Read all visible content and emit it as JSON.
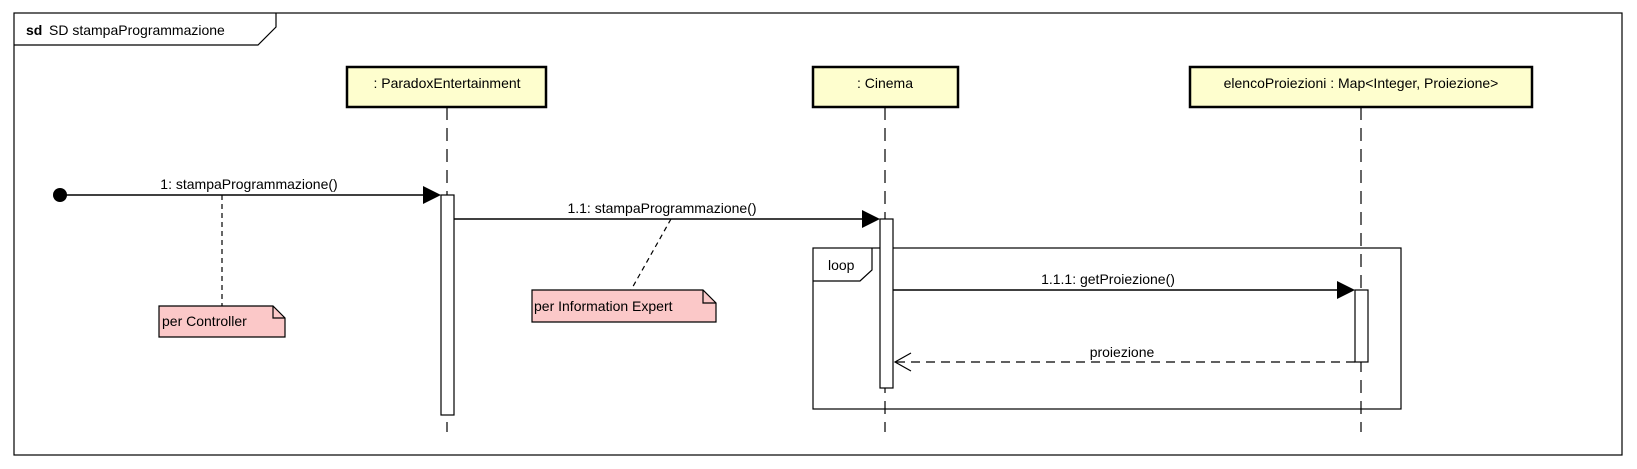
{
  "frame": {
    "keyword": "sd",
    "title": "SD stampaProgrammazione"
  },
  "lifelines": [
    {
      "label": ": ParadoxEntertainment"
    },
    {
      "label": ": Cinema"
    },
    {
      "label": "elencoProiezioni : Map<Integer, Proiezione>"
    }
  ],
  "messages": [
    {
      "label": "1: stampaProgrammazione()",
      "kind": "synchronous call"
    },
    {
      "label": "1.1: stampaProgrammazione()",
      "kind": "synchronous call"
    },
    {
      "label": "1.1.1: getProiezione()",
      "kind": "synchronous call"
    },
    {
      "label": "proiezione",
      "kind": "return"
    }
  ],
  "fragments": [
    {
      "operator": "loop"
    }
  ],
  "notes": [
    {
      "text": "per Controller"
    },
    {
      "text": "per Information Expert"
    }
  ],
  "colors": {
    "lifeline_box_fill": "#FEFECE",
    "note_fill": "#FBC8C8",
    "note_border": "#A80036",
    "line": "#000000"
  }
}
